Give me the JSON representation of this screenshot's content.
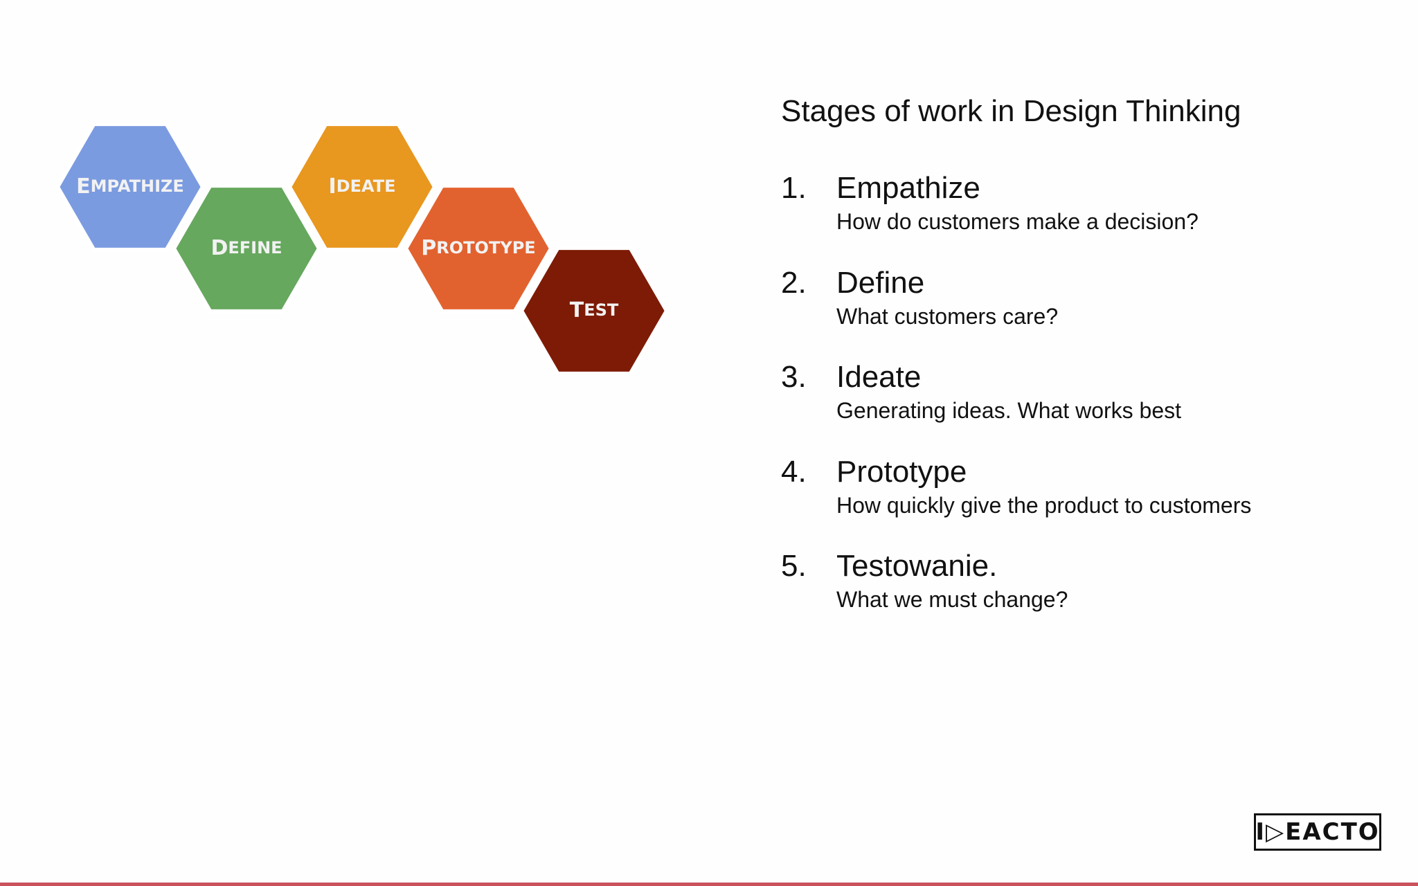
{
  "diagram": {
    "hexagons": [
      {
        "id": "empathize",
        "first": "E",
        "rest": "MPATHIZE",
        "color": "#7b9be0"
      },
      {
        "id": "define",
        "first": "D",
        "rest": "EFINE",
        "color": "#66a85e"
      },
      {
        "id": "ideate",
        "first": "I",
        "rest": "DEATE",
        "color": "#e8971f"
      },
      {
        "id": "prototype",
        "first": "P",
        "rest": "ROTOTYPE",
        "color": "#e2622f"
      },
      {
        "id": "test",
        "first": "T",
        "rest": "EST",
        "color": "#7d1b06"
      }
    ]
  },
  "title": "Stages of work in Design Thinking",
  "stages": [
    {
      "num": "1.",
      "name": "Empathize",
      "desc": "How do customers make a decision?"
    },
    {
      "num": "2.",
      "name": "Define",
      "desc": "What customers care?"
    },
    {
      "num": "3.",
      "name": "Ideate",
      "desc": "Generating ideas. What works best"
    },
    {
      "num": "4.",
      "name": "Prototype",
      "desc": "How quickly give the product to customers"
    },
    {
      "num": "5.",
      "name": "Testowanie.",
      "desc": "What we must change?"
    }
  ],
  "logo": {
    "text": "I▷EACTO"
  },
  "colors": {
    "bottom_bar": "#c9525c"
  }
}
